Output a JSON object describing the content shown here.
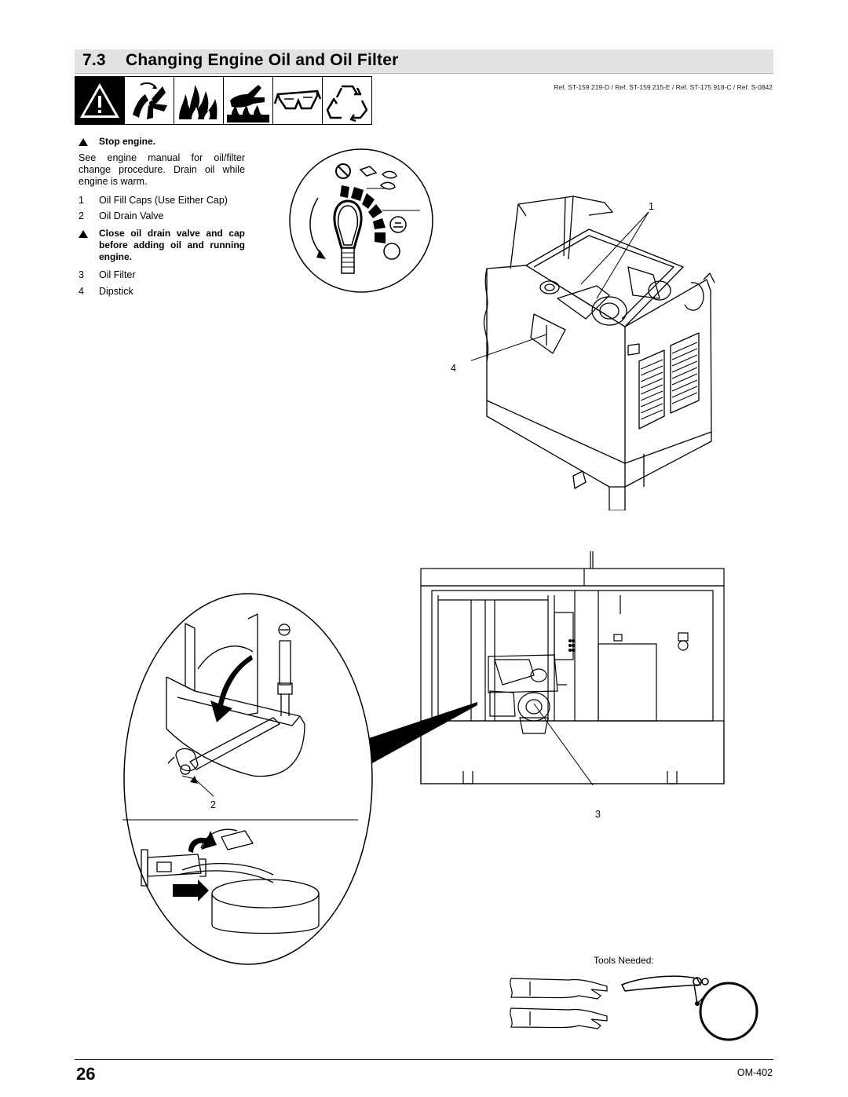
{
  "section": {
    "number": "7.3",
    "title": "Changing Engine Oil and Oil Filter"
  },
  "reference": "Ref. ST-159 219-D / Ref. ST-159 215-E / Ref. ST-175 918-C / Ref. S-0842",
  "safety_icons": [
    "warning-icon",
    "hot-parts-fan-icon",
    "fire-icon",
    "hot-surface-hand-icon",
    "safety-glasses-icon",
    "recycle-icon"
  ],
  "steps": {
    "stop_engine": "Stop engine.",
    "instructions": "See engine manual for oil/filter change procedure. Drain oil while engine is warm.",
    "items_a": [
      {
        "num": "1",
        "label": "Oil Fill Caps (Use Either Cap)"
      },
      {
        "num": "2",
        "label": "Oil Drain Valve"
      }
    ],
    "caution": "Close oil drain valve and cap before adding oil and running engine.",
    "items_b": [
      {
        "num": "3",
        "label": "Oil Filter"
      },
      {
        "num": "4",
        "label": "Dipstick"
      }
    ]
  },
  "callouts": {
    "c1": "1",
    "c2": "2",
    "c3": "3",
    "c4": "4"
  },
  "tools": {
    "label": "Tools Needed:",
    "items": [
      "gloves-icon",
      "filter-wrench-icon"
    ]
  },
  "footer": {
    "page_number": "26",
    "doc_code": "OM-402"
  }
}
